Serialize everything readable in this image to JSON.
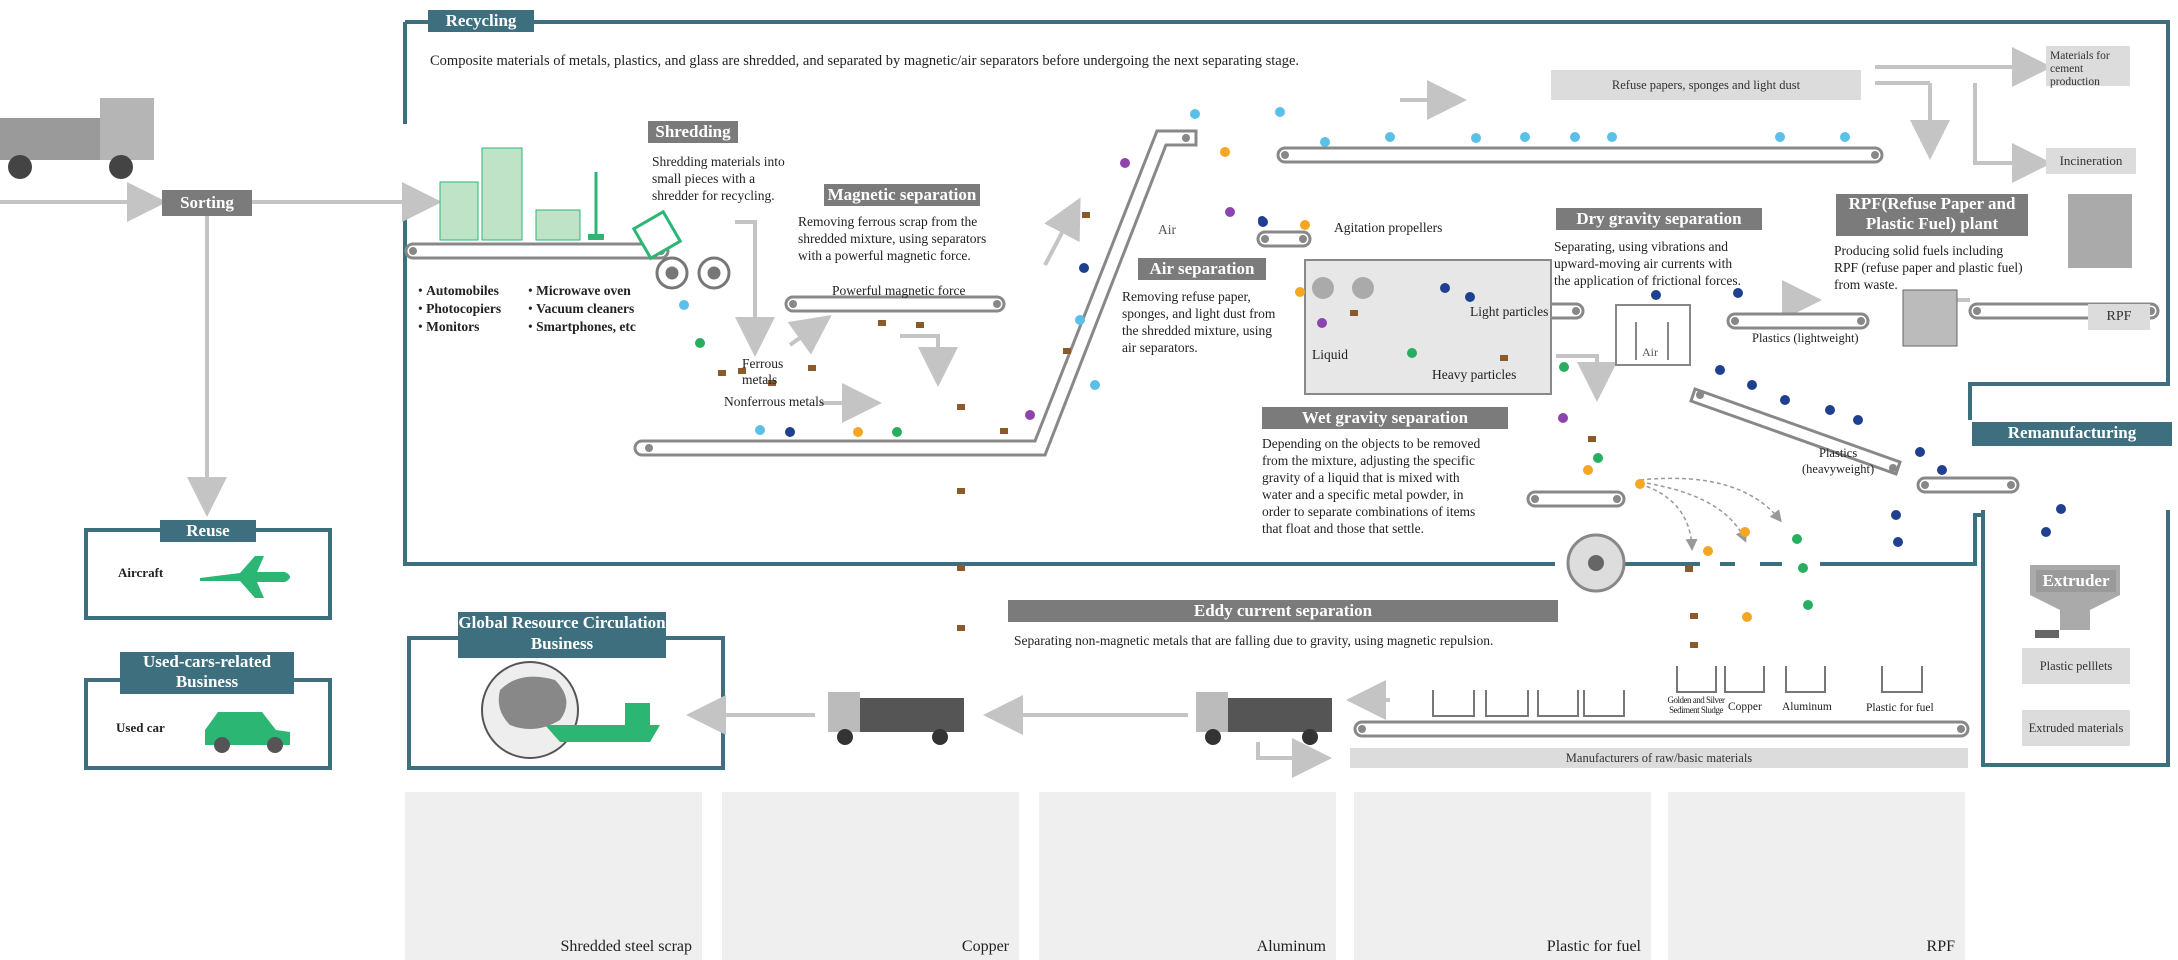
{
  "sections": {
    "recycling": "Recycling",
    "remanufacturing": "Remanufacturing",
    "reuse": "Reuse",
    "used_cars": "Used-cars-related Business",
    "global": "Global Resource Circulation Business"
  },
  "sorting": "Sorting",
  "intro": "Composite materials of metals, plastics, and glass are shredded, and separated by magnetic/air separators before undergoing the next separating stage.",
  "input_items": {
    "col1": [
      "Automobiles",
      "Photocopiers",
      "Monitors"
    ],
    "col2": [
      "Microwave oven",
      "Vacuum cleaners",
      "Smartphones, etc"
    ]
  },
  "shredding": {
    "title": "Shredding",
    "desc": [
      "Shredding materials into",
      "small pieces with a",
      "shredder for recycling."
    ]
  },
  "magnetic": {
    "title": "Magnetic separation",
    "desc": [
      "Removing ferrous scrap from the",
      "shredded mixture, using separators",
      "with a powerful magnetic force."
    ],
    "force_label": "Powerful magnetic force",
    "ferrous_label": "Ferrous metals",
    "nonferrous_label": "Nonferrous metals"
  },
  "air": {
    "title": "Air separation",
    "desc": [
      "Removing refuse paper,",
      "sponges, and light dust from",
      "the shredded mixture, using",
      "air separators."
    ],
    "air_label": "Air"
  },
  "refuse_box": "Refuse papers, sponges and light dust",
  "cement": "Materials for cement production",
  "incineration": "Incineration",
  "agitation": "Agitation propellers",
  "liquid": "Liquid",
  "light_particles": "Light particles",
  "heavy_particles": "Heavy particles",
  "dry_gravity": {
    "title": "Dry gravity separation",
    "desc": [
      "Separating, using vibrations and",
      "upward-moving air currents with",
      "the application of frictional forces."
    ],
    "air_label": "Air"
  },
  "rpf_plant": {
    "title": [
      "RPF(Refuse Paper and",
      "Plastic Fuel) plant"
    ],
    "desc": [
      "Producing solid fuels including",
      "RPF (refuse paper and plastic fuel)",
      "from waste."
    ],
    "rpf_box": "RPF"
  },
  "plastics_light": "Plastics (lightweight)",
  "plastics_heavy": [
    "Plastics",
    "(heavyweight)"
  ],
  "wet_gravity": {
    "title": "Wet gravity separation",
    "desc": [
      "Depending on the objects to be removed",
      "from the mixture, adjusting the specific",
      "gravity of a liquid that is mixed with",
      "water and a specific metal powder, in",
      "order to separate combinations of items",
      "that float and those that settle."
    ]
  },
  "eddy": {
    "title": "Eddy current separation",
    "desc": "Separating non-magnetic metals that are falling due to gravity, using magnetic repulsion."
  },
  "bins": [
    "Golden and Silver Sediment Sludge",
    "Copper",
    "Aluminum",
    "Plastic for fuel"
  ],
  "manufacturers": "Manufacturers of raw/basic materials",
  "extruder": "Extruder",
  "plastic_pellets": "Plastic pelllets",
  "extruded_materials": "Extruded materials",
  "reuse_item": "Aircraft",
  "used_car_item": "Used car",
  "photos": [
    "Shredded steel scrap",
    "Copper",
    "Aluminum",
    "Plastic for fuel",
    "RPF"
  ],
  "colors": {
    "teal": "#3d6f7e",
    "gray_tag": "#7b7b7b",
    "arrow_gray": "#c4c4c4",
    "green_icon": "#2bb673",
    "dark_blue_particle": "#1f3f8f",
    "light_blue_particle": "#5bc0e8",
    "orange_particle": "#f5a623",
    "brown_particle": "#8a5a2b",
    "green_particle": "#27ae60",
    "purple_particle": "#8e44ad"
  }
}
